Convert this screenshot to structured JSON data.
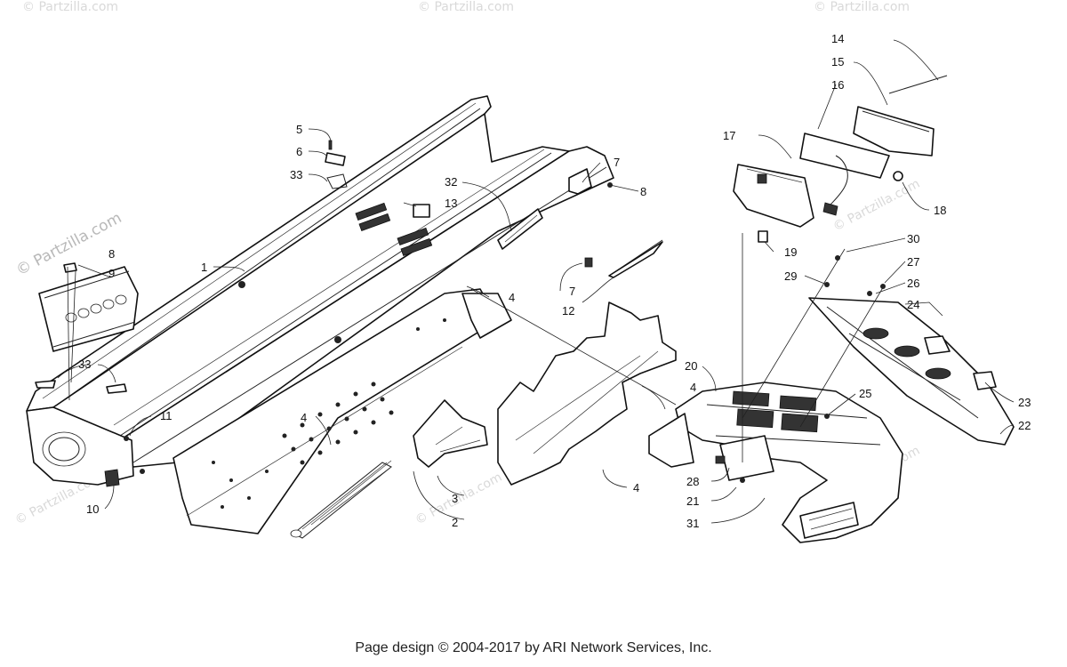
{
  "watermark": {
    "text": "© Partzilla.com"
  },
  "footer": {
    "text": "Page design © 2004-2017 by ARI Network Services, Inc."
  },
  "callouts": [
    "1",
    "2",
    "3",
    "4",
    "4",
    "4",
    "4",
    "5",
    "6",
    "7",
    "7",
    "8",
    "8",
    "9",
    "10",
    "11",
    "12",
    "13",
    "14",
    "15",
    "16",
    "17",
    "18",
    "19",
    "20",
    "21",
    "22",
    "23",
    "24",
    "25",
    "26",
    "27",
    "28",
    "29",
    "30",
    "31",
    "32",
    "33",
    "33"
  ]
}
